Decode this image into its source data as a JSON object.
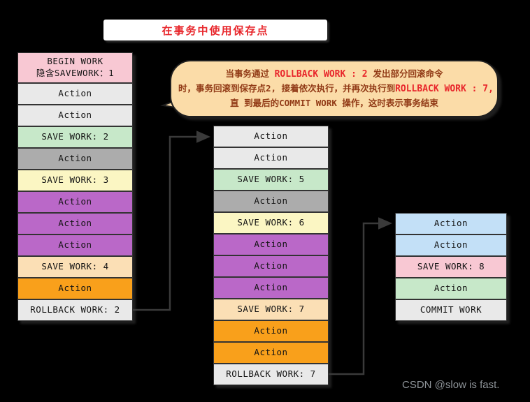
{
  "title": "在事务中使用保存点",
  "watermark": "CSDN @slow is fast.",
  "bubble": {
    "lines": [
      [
        {
          "t": "当事务通过 ",
          "em": false
        },
        {
          "t": "ROLLBACK WORK : 2 ",
          "em": true
        },
        {
          "t": "发出部分回滚命令",
          "em": false
        }
      ],
      [
        {
          "t": "时，事务回滚到保存点2, 接着依次执行，并再次执行到",
          "em": false
        },
        {
          "t": "ROLLBACK WORK : 7,",
          "em": true
        }
      ],
      [
        {
          "t": "直 到最后的COMMIT WORK 操作，这时表示事务结束",
          "em": false
        }
      ]
    ]
  },
  "colors": {
    "pink": "#F8C8D3",
    "gray": "#E9E9E9",
    "dark_gray": "#ACACAC",
    "green": "#C7E8C9",
    "yellow": "#FBF6C3",
    "purple": "#BA68C8",
    "peach": "#FBDFB5",
    "orange": "#F9A01B",
    "blue": "#C3E0F7",
    "title_red": "#E8262B",
    "bubble_bg": "#FBDCA8"
  },
  "columns": [
    {
      "rows": [
        {
          "label": "BEGIN WORK\n隐含SAVEWORK：1",
          "bg": "#F8C8D3",
          "tall": true,
          "name": "row-begin-work"
        },
        {
          "label": "Action",
          "bg": "#E9E9E9",
          "name": "row-action"
        },
        {
          "label": "Action",
          "bg": "#E9E9E9",
          "name": "row-action"
        },
        {
          "label": "SAVE WORK: 2",
          "bg": "#C7E8C9",
          "name": "row-save-work-2"
        },
        {
          "label": "Action",
          "bg": "#ACACAC",
          "name": "row-action"
        },
        {
          "label": "SAVE WORK: 3",
          "bg": "#FBF6C3",
          "name": "row-save-work-3"
        },
        {
          "label": "Action",
          "bg": "#BA68C8",
          "name": "row-action"
        },
        {
          "label": "Action",
          "bg": "#BA68C8",
          "name": "row-action"
        },
        {
          "label": "Action",
          "bg": "#BA68C8",
          "name": "row-action"
        },
        {
          "label": "SAVE WORK: 4",
          "bg": "#FBDFB5",
          "name": "row-save-work-4"
        },
        {
          "label": "Action",
          "bg": "#F9A01B",
          "name": "row-action"
        },
        {
          "label": "ROLLBACK WORK: 2",
          "bg": "#E9E9E9",
          "name": "row-rollback-work-2"
        }
      ]
    },
    {
      "rows": [
        {
          "label": "Action",
          "bg": "#E9E9E9",
          "name": "row-action"
        },
        {
          "label": "Action",
          "bg": "#E9E9E9",
          "name": "row-action"
        },
        {
          "label": "SAVE WORK: 5",
          "bg": "#C7E8C9",
          "name": "row-save-work-5"
        },
        {
          "label": "Action",
          "bg": "#ACACAC",
          "name": "row-action"
        },
        {
          "label": "SAVE WORK: 6",
          "bg": "#FBF6C3",
          "name": "row-save-work-6"
        },
        {
          "label": "Action",
          "bg": "#BA68C8",
          "name": "row-action"
        },
        {
          "label": "Action",
          "bg": "#BA68C8",
          "name": "row-action"
        },
        {
          "label": "Action",
          "bg": "#BA68C8",
          "name": "row-action"
        },
        {
          "label": "SAVE WORK: 7",
          "bg": "#FBDFB5",
          "name": "row-save-work-7"
        },
        {
          "label": "Action",
          "bg": "#F9A01B",
          "name": "row-action"
        },
        {
          "label": "Action",
          "bg": "#F9A01B",
          "name": "row-action"
        },
        {
          "label": "ROLLBACK WORK: 7",
          "bg": "#E9E9E9",
          "name": "row-rollback-work-7"
        }
      ]
    },
    {
      "rows": [
        {
          "label": "Action",
          "bg": "#C3E0F7",
          "name": "row-action"
        },
        {
          "label": "Action",
          "bg": "#C3E0F7",
          "name": "row-action"
        },
        {
          "label": "SAVE WORK: 8",
          "bg": "#F8C8D3",
          "name": "row-save-work-8"
        },
        {
          "label": "Action",
          "bg": "#C7E8C9",
          "name": "row-action"
        },
        {
          "label": "COMMIT WORK",
          "bg": "#E9E9E9",
          "name": "row-commit-work"
        }
      ]
    }
  ]
}
